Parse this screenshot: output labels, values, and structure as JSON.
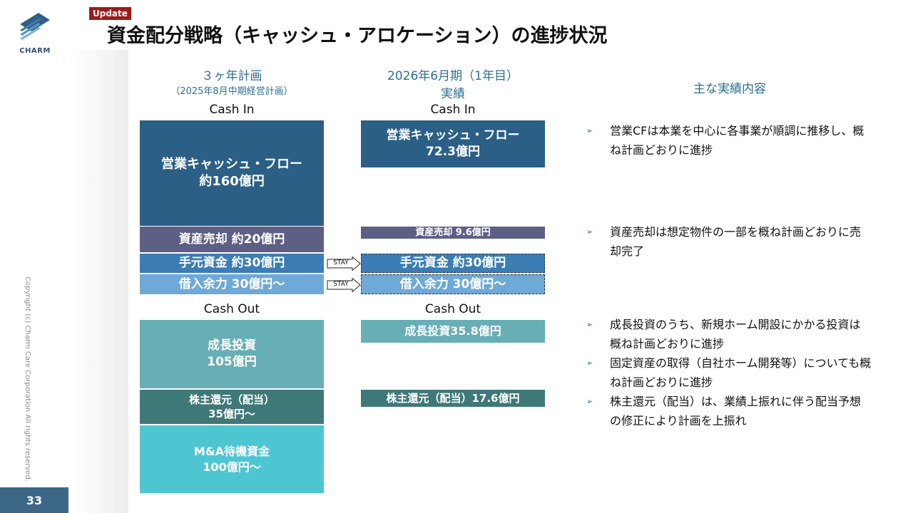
{
  "header": {
    "badge": "Update",
    "title": "資金配分戦略（キャッシュ・アロケーション）の進捗状況",
    "logo_text": "CHARM"
  },
  "footer": {
    "copyright": "Copyright (c) Charm Care Corporation All rights reserved.",
    "page_number": "33"
  },
  "plan": {
    "heading": "３ヶ年計画",
    "subheading": "（2025年8月中期経営計画）",
    "cash_in_label": "Cash In",
    "cash_out_label": "Cash Out",
    "operating_cf_line1": "営業キャッシュ・フロー",
    "operating_cf_line2": "約160億円",
    "asset_sale": "資産売却 約20億円",
    "cash_on_hand": "手元資金 約30億円",
    "borrowing": "借入余力 30億円～",
    "growth_line1": "成長投資",
    "growth_line2": "105億円",
    "return_line1": "株主還元（配当）",
    "return_line2": "35億円～",
    "ma_line1": "M&A待機資金",
    "ma_line2": "100億円～"
  },
  "actual": {
    "heading": "2026年6月期（1年目）",
    "subheading": "実績",
    "cash_in_label": "Cash In",
    "cash_out_label": "Cash Out",
    "operating_cf_line1": "営業キャッシュ・フロー",
    "operating_cf_line2": "72.3億円",
    "asset_sale": "資産売却 9.6億円",
    "cash_on_hand": "手元資金 約30億円",
    "borrowing": "借入余力 30億円～",
    "growth": "成長投資35.8億円",
    "return": "株主還元（配当）17.6億円"
  },
  "stay_label": "STAY",
  "results": {
    "heading": "主な実績内容",
    "bullets": [
      "営業CFは本業を中心に各事業が順調に推移し、概ね計画どおりに進捗",
      "資産売却は想定物件の一部を概ね計画どおりに売却完了",
      "成長投資のうち、新規ホーム開設にかかる投資は概ね計画どおりに進捗",
      "固定資産の取得（自社ホーム開発等）についても概ね計画どおりに進捗",
      "株主還元（配当）は、業績上振れに伴う配当予想の修正により計画を上振れ"
    ]
  },
  "colors": {
    "operating_cf": "#2b5f86",
    "asset_sale": "#5e5f85",
    "cash_on_hand": "#3b7db4",
    "borrowing": "#6ea9d8",
    "growth": "#67aeb5",
    "return": "#3f7878",
    "ma": "#4ec6d2",
    "badge": "#9c1b1b",
    "heading_blue": "#2e6f93"
  }
}
